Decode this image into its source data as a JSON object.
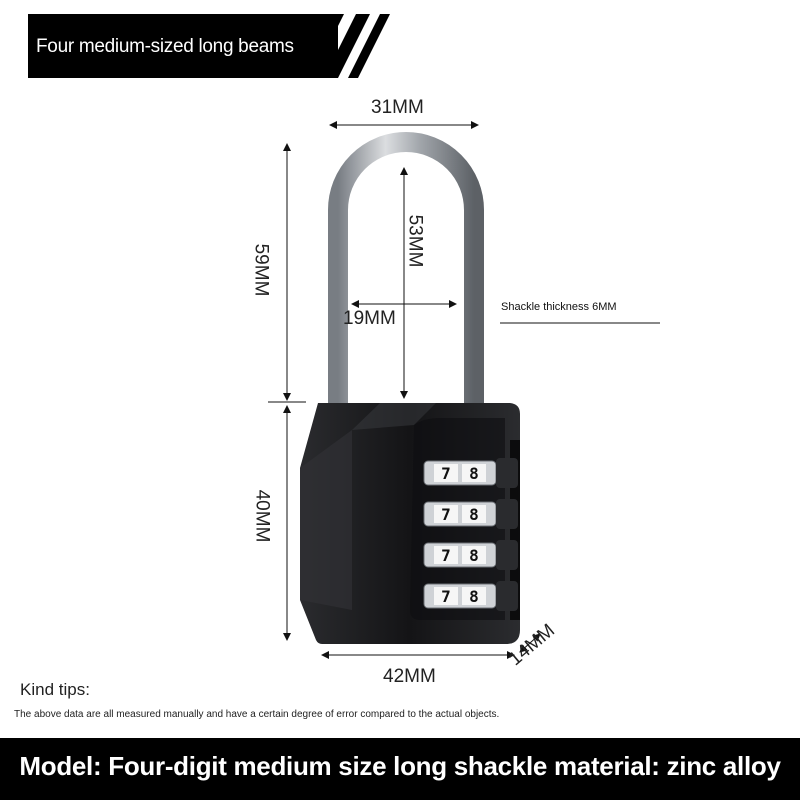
{
  "header": {
    "title": "Four medium-sized long beams"
  },
  "dimensions": {
    "width_top": "31MM",
    "shackle_height": "53MM",
    "shackle_inner_width": "19MM",
    "total_height": "59MM",
    "body_height": "40MM",
    "body_width": "42MM",
    "body_depth": "14MM",
    "shackle_thickness": "Shackle thickness 6MM"
  },
  "lock": {
    "dials": [
      {
        "left": "7",
        "right": "8"
      },
      {
        "left": "7",
        "right": "8"
      },
      {
        "left": "7",
        "right": "8"
      },
      {
        "left": "7",
        "right": "8"
      }
    ],
    "body_color": "#1a1a1c",
    "shackle_color": "#c9ccd0"
  },
  "tips": {
    "title": "Kind tips:",
    "body": "The above data are all measured manually and have a certain degree of error compared to the actual objects."
  },
  "footer": {
    "text": "Model: Four-digit medium size long shackle material: zinc alloy"
  },
  "icons": [
    "diagonal-stripes-icon"
  ]
}
